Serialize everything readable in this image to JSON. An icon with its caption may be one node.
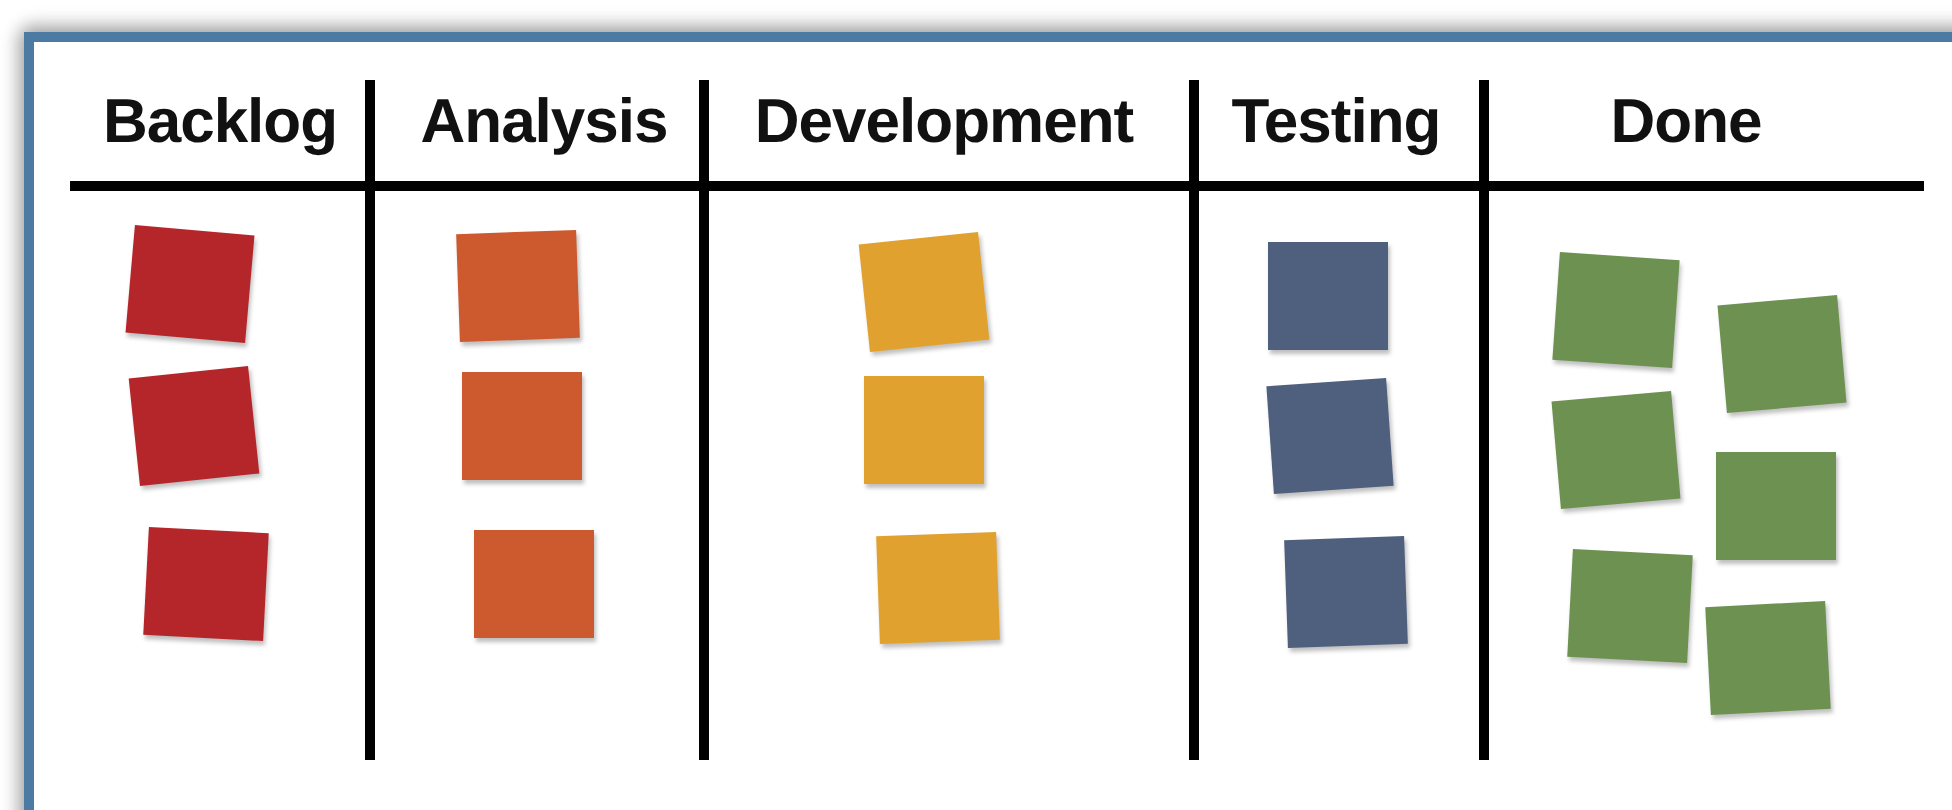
{
  "diagram": {
    "nodes": [
      {
        "text": [],
        "shape": "box"
      },
      {
        "text": [],
        "shape": "box"
      },
      {
        "text": [],
        "shape": "box"
      },
      {
        "text": [],
        "shape": "box"
      },
      {
        "text": [],
        "shape": "box"
      },
      {
        "text": [],
        "shape": "box"
      },
      {
        "text": [],
        "shape": "box"
      },
      {
        "text": [],
        "shape": "box"
      },
      {
        "text": [],
        "shape": "box"
      },
      {
        "text": [],
        "shape": "box"
      },
      {
        "text": [],
        "shape": "box"
      },
      {
        "text": [],
        "shape": "box"
      },
      {
        "text": [],
        "shape": "box"
      },
      {
        "text": [],
        "shape": "box"
      },
      {
        "text": [],
        "shape": "box"
      },
      {
        "text": [],
        "shape": "box"
      },
      {
        "text": [],
        "shape": "box"
      },
      {
        "text": [],
        "shape": "box"
      }
    ],
    "labels": [
      "Backlog",
      "Analysis",
      "Development",
      "Testing",
      "Done"
    ]
  }
}
